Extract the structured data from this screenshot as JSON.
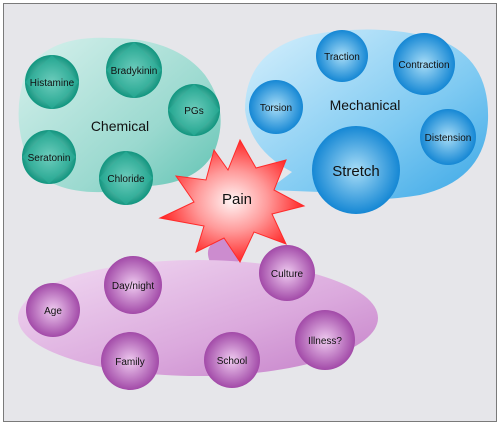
{
  "colors": {
    "background": "#e6e6ea",
    "border": "#7a7a7a",
    "chemical": "#3fb7a6",
    "chemical_node": "#1fa18d",
    "mechanical": "#35a9e6",
    "mechanical_node": "#1f95dc",
    "social": "#cc84cf",
    "social_node": "#b158b6",
    "pain_outer": "#ff1f1f",
    "pain_inner": "#ffe6e6"
  },
  "center": {
    "label": "Pain"
  },
  "groups": {
    "chemical": {
      "label": "Chemical",
      "nodes": [
        "Histamine",
        "Bradykinin",
        "PGs",
        "Seratonin",
        "Chloride"
      ]
    },
    "mechanical": {
      "label": "Mechanical",
      "nodes": [
        "Traction",
        "Contraction",
        "Torsion",
        "Distension",
        "Stretch"
      ]
    },
    "social": {
      "nodes": [
        "Age",
        "Day/night",
        "Culture",
        "Illness?",
        "School",
        "Family"
      ]
    }
  }
}
